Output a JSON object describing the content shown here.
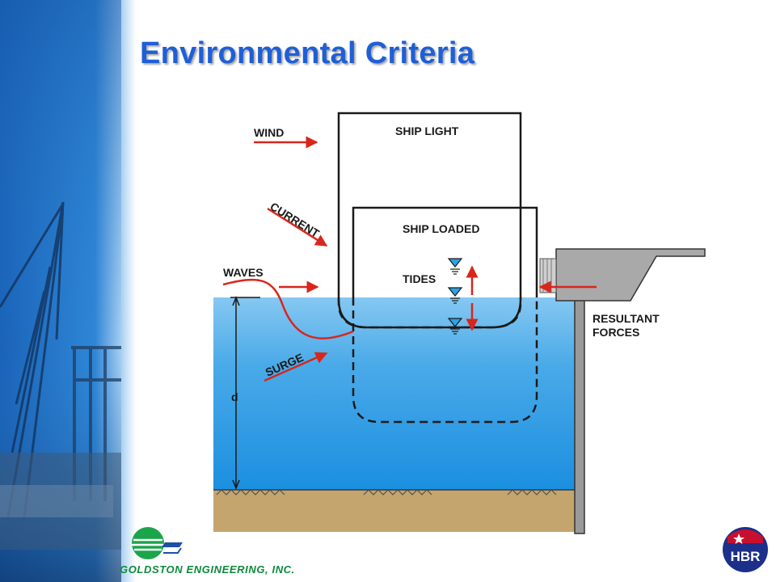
{
  "slide": {
    "title": "Environmental Criteria"
  },
  "diagram": {
    "labels": {
      "wind": "WIND",
      "ship_light": "SHIP LIGHT",
      "current": "CURRENT",
      "ship_loaded": "SHIP LOADED",
      "waves": "WAVES",
      "tides": "TIDES",
      "resultant_line1": "RESULTANT",
      "resultant_line2": "FORCES",
      "surge": "SURGE",
      "depth": "d"
    }
  },
  "footer": {
    "company_name": "GOLDSTON ENGINEERING, INC.",
    "badge_text": "HBR"
  },
  "colors": {
    "title": "#1f5fd6",
    "arrow": "#d9261c",
    "water": "#3aa2e6",
    "seabed": "#c4a56e",
    "company_green": "#0e8a3c",
    "badge_blue": "#1c2f8a"
  }
}
